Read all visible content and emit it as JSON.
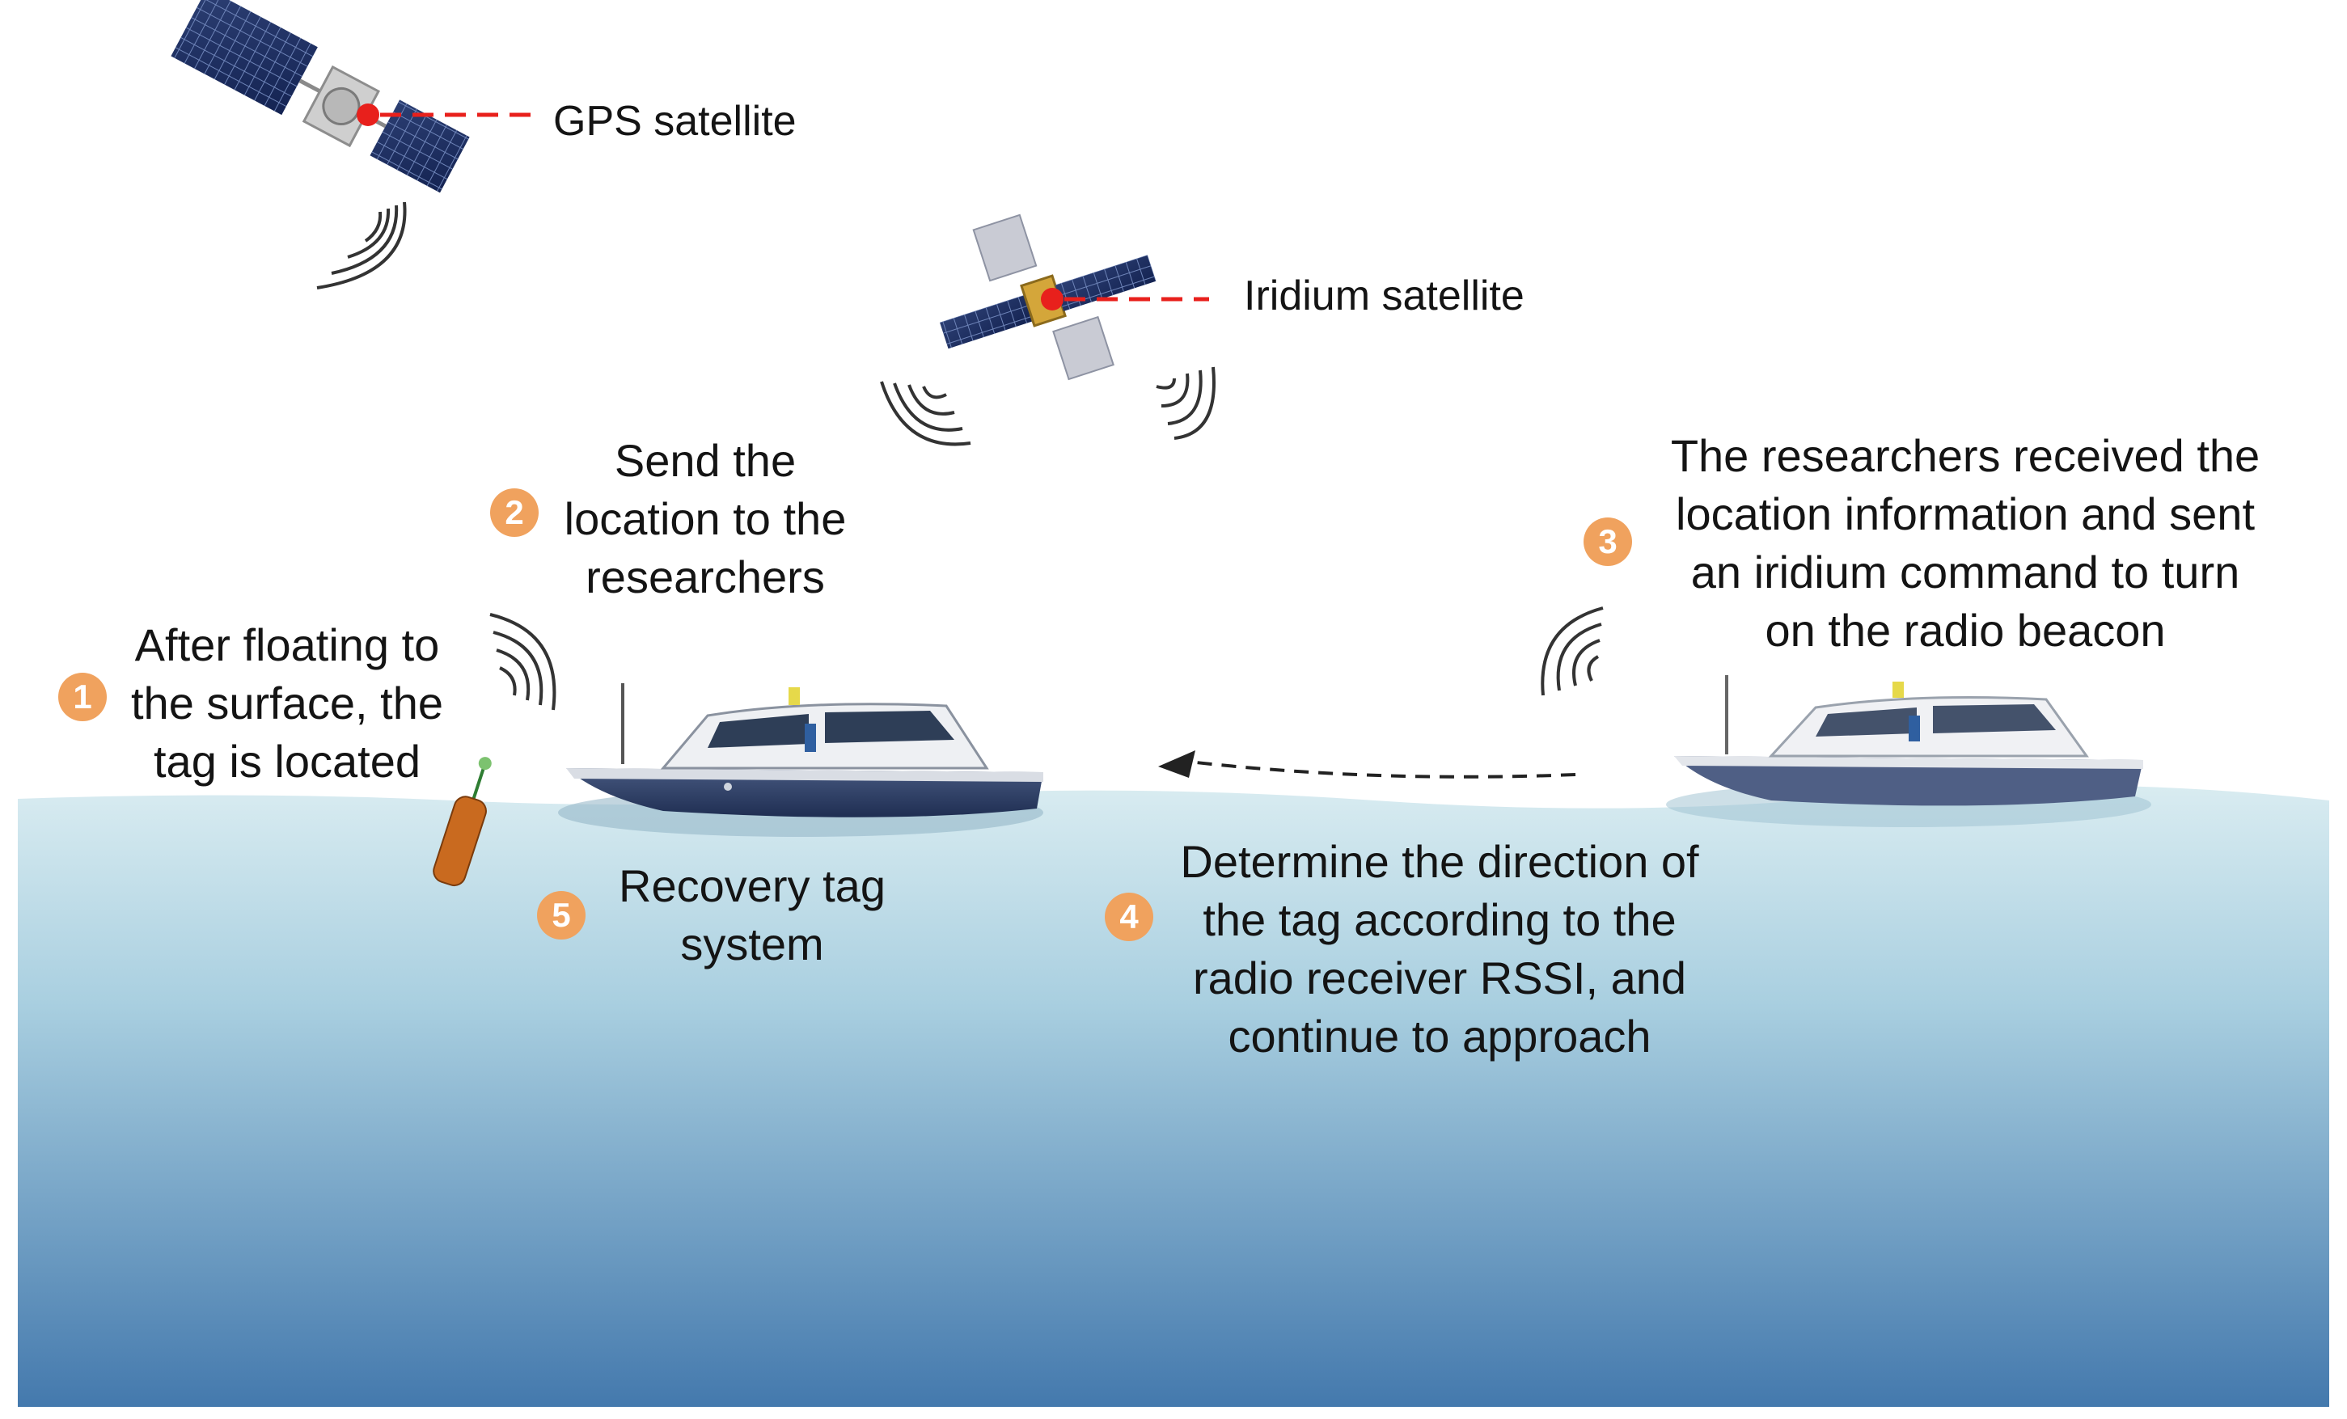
{
  "colors": {
    "badge": "#f0a25e",
    "leader": "#e8201c",
    "sea_top": "#d9ecf1",
    "sea_bottom": "#4479ad",
    "hull": "#2b3f68"
  },
  "satellites": {
    "gps": {
      "label": "GPS satellite",
      "icon": "gps-satellite-icon"
    },
    "iridium": {
      "label": "Iridium satellite",
      "icon": "iridium-satellite-icon"
    }
  },
  "steps": [
    {
      "number": "1",
      "lines": [
        "After floating to",
        "the surface, the",
        "tag is located"
      ]
    },
    {
      "number": "2",
      "lines": [
        "Send the",
        "location to the",
        "researchers"
      ]
    },
    {
      "number": "3",
      "lines": [
        "The researchers received the",
        "location information and sent",
        "an iridium command to turn",
        "on the radio beacon"
      ]
    },
    {
      "number": "4",
      "lines": [
        "Determine the direction of",
        "the tag according to the",
        "radio receiver RSSI, and",
        "continue to approach"
      ]
    },
    {
      "number": "5",
      "lines": [
        "Recovery tag",
        "system"
      ]
    }
  ]
}
